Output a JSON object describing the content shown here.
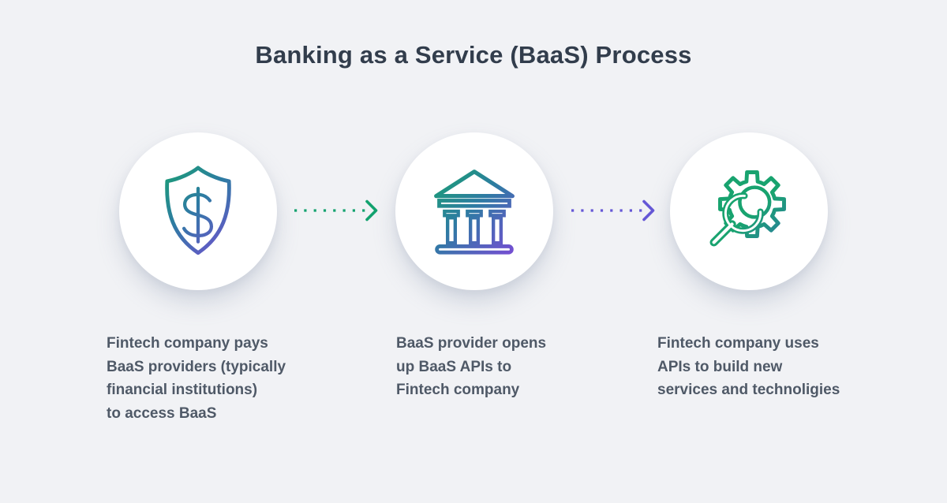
{
  "title": "Banking as a Service (BaaS) Process",
  "steps": [
    {
      "icon": "shield-dollar-icon",
      "caption_lines": [
        "Fintech company pays",
        "BaaS providers (typically",
        "financial institutions)",
        "to access BaaS"
      ]
    },
    {
      "icon": "bank-icon",
      "caption_lines": [
        "BaaS provider opens",
        "up BaaS APIs to",
        "Fintech company"
      ]
    },
    {
      "icon": "gear-wrench-icon",
      "caption_lines": [
        "Fintech company uses",
        "APIs to build new",
        "services and technoligies"
      ]
    }
  ],
  "arrows": [
    {
      "direction": "right",
      "style": "dotted",
      "color": "#12a26e"
    },
    {
      "direction": "right",
      "style": "dotted",
      "color": "#6557d6"
    }
  ],
  "colors": {
    "background": "#f1f2f5",
    "circle_fill": "#ffffff",
    "title_text": "#323d4c",
    "caption_text": "#4f5967",
    "icon_gradient_start": "#18a36f",
    "icon_gradient_mid": "#2e7ba3",
    "icon_gradient_end": "#7a4bd6",
    "arrow_green": "#12a26e",
    "arrow_purple": "#6557d6"
  }
}
